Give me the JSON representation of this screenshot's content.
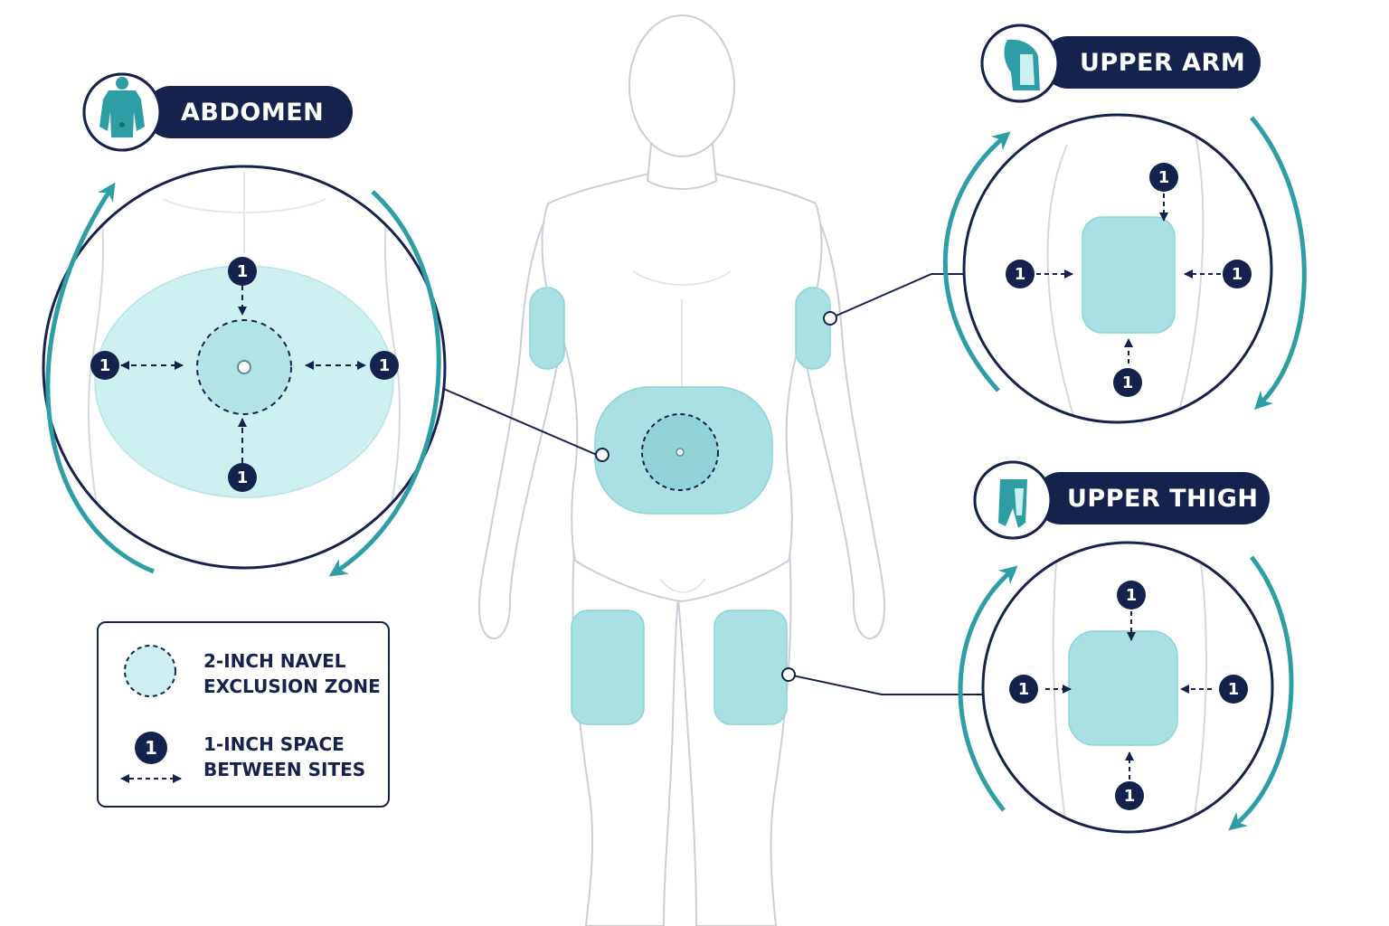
{
  "colors": {
    "navy": "#14224d",
    "teal": "#2e9ea6",
    "zone_fill": "#a9e1e3",
    "zone_light": "#cdeff0",
    "outline": "#c9ced8"
  },
  "sections": {
    "abdomen": {
      "label": "ABDOMEN",
      "icon": "torso-icon"
    },
    "upper_arm": {
      "label": "UPPER ARM",
      "icon": "arm-icon"
    },
    "upper_thigh": {
      "label": "UPPER THIGH",
      "icon": "thigh-icon"
    }
  },
  "marker_number": "1",
  "legend": {
    "exclusion_zone": "2-INCH NAVEL\nEXCLUSION ZONE",
    "spacing": "1-INCH SPACE\nBETWEEN SITES"
  }
}
